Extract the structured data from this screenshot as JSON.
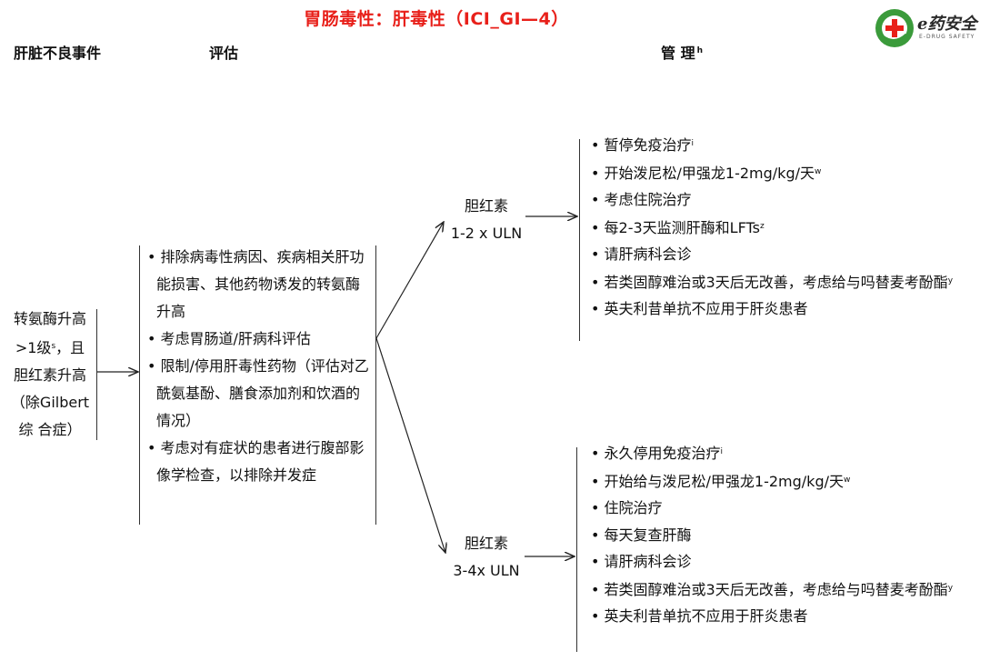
{
  "title": "胃肠毒性：肝毒性（ICI_GI—4）",
  "logo": {
    "main": "e药安全",
    "sub": "E-DRUG SAFETY"
  },
  "headers": {
    "event": "肝脏不良事件",
    "assessment": "评估",
    "management": "管 理",
    "management_sup": "h"
  },
  "event": {
    "lines": [
      "转氨酶升高",
      ">1级",
      "，且",
      "胆红素升高",
      "（除Gilbert",
      "综 合症）"
    ],
    "sup": "s"
  },
  "assessment": [
    "• 排除病毒性病因、疾病相关肝功能损害、其他药物诱发的转氨酶升高",
    "• 考虑胃肠道/肝病科评估",
    "• 限制/停用肝毒性药物（评估对乙 酰氨基酚、膳食添加剂和饮酒的情况）",
    "• 考虑对有症状的患者进行腹部影像学检查，以排除并发症"
  ],
  "branch1": {
    "label1": "胆红素",
    "label2": "1-2 x ULN"
  },
  "branch2": {
    "label1": "胆红素",
    "label2": "3-4x ULN"
  },
  "mgmt1": [
    {
      "t": "• 暂停免疫治疗",
      "s": "i"
    },
    {
      "t": "• 开始泼尼松/甲强龙1-2mg/kg/天",
      "s": "w"
    },
    {
      "t": "• 考虑住院治疗",
      "s": ""
    },
    {
      "t": "•  每2-3天监测肝酶和LFTs",
      "s": "z"
    },
    {
      "t": "• 请肝病科会诊",
      "s": ""
    },
    {
      "t": "• 若类固醇难治或3天后无改善，考虑给与吗替麦考酚酯",
      "s": "y"
    },
    {
      "t": "• 英夫利昔单抗不应用于肝炎患者",
      "s": ""
    }
  ],
  "mgmt2": [
    {
      "t": "• 永久停用免疫治疗",
      "s": "i"
    },
    {
      "t": "• 开始给与泼尼松/甲强龙1-2mg/kg/天",
      "s": "w"
    },
    {
      "t": "• 住院治疗",
      "s": ""
    },
    {
      "t": "• 每天复查肝酶",
      "s": ""
    },
    {
      "t": "• 请肝病科会诊",
      "s": ""
    },
    {
      "t": "• 若类固醇难治或3天后无改善，考虑给与吗替麦考酚酯",
      "s": "y"
    },
    {
      "t": "• 英夫利昔单抗不应用于肝炎患者",
      "s": ""
    }
  ]
}
